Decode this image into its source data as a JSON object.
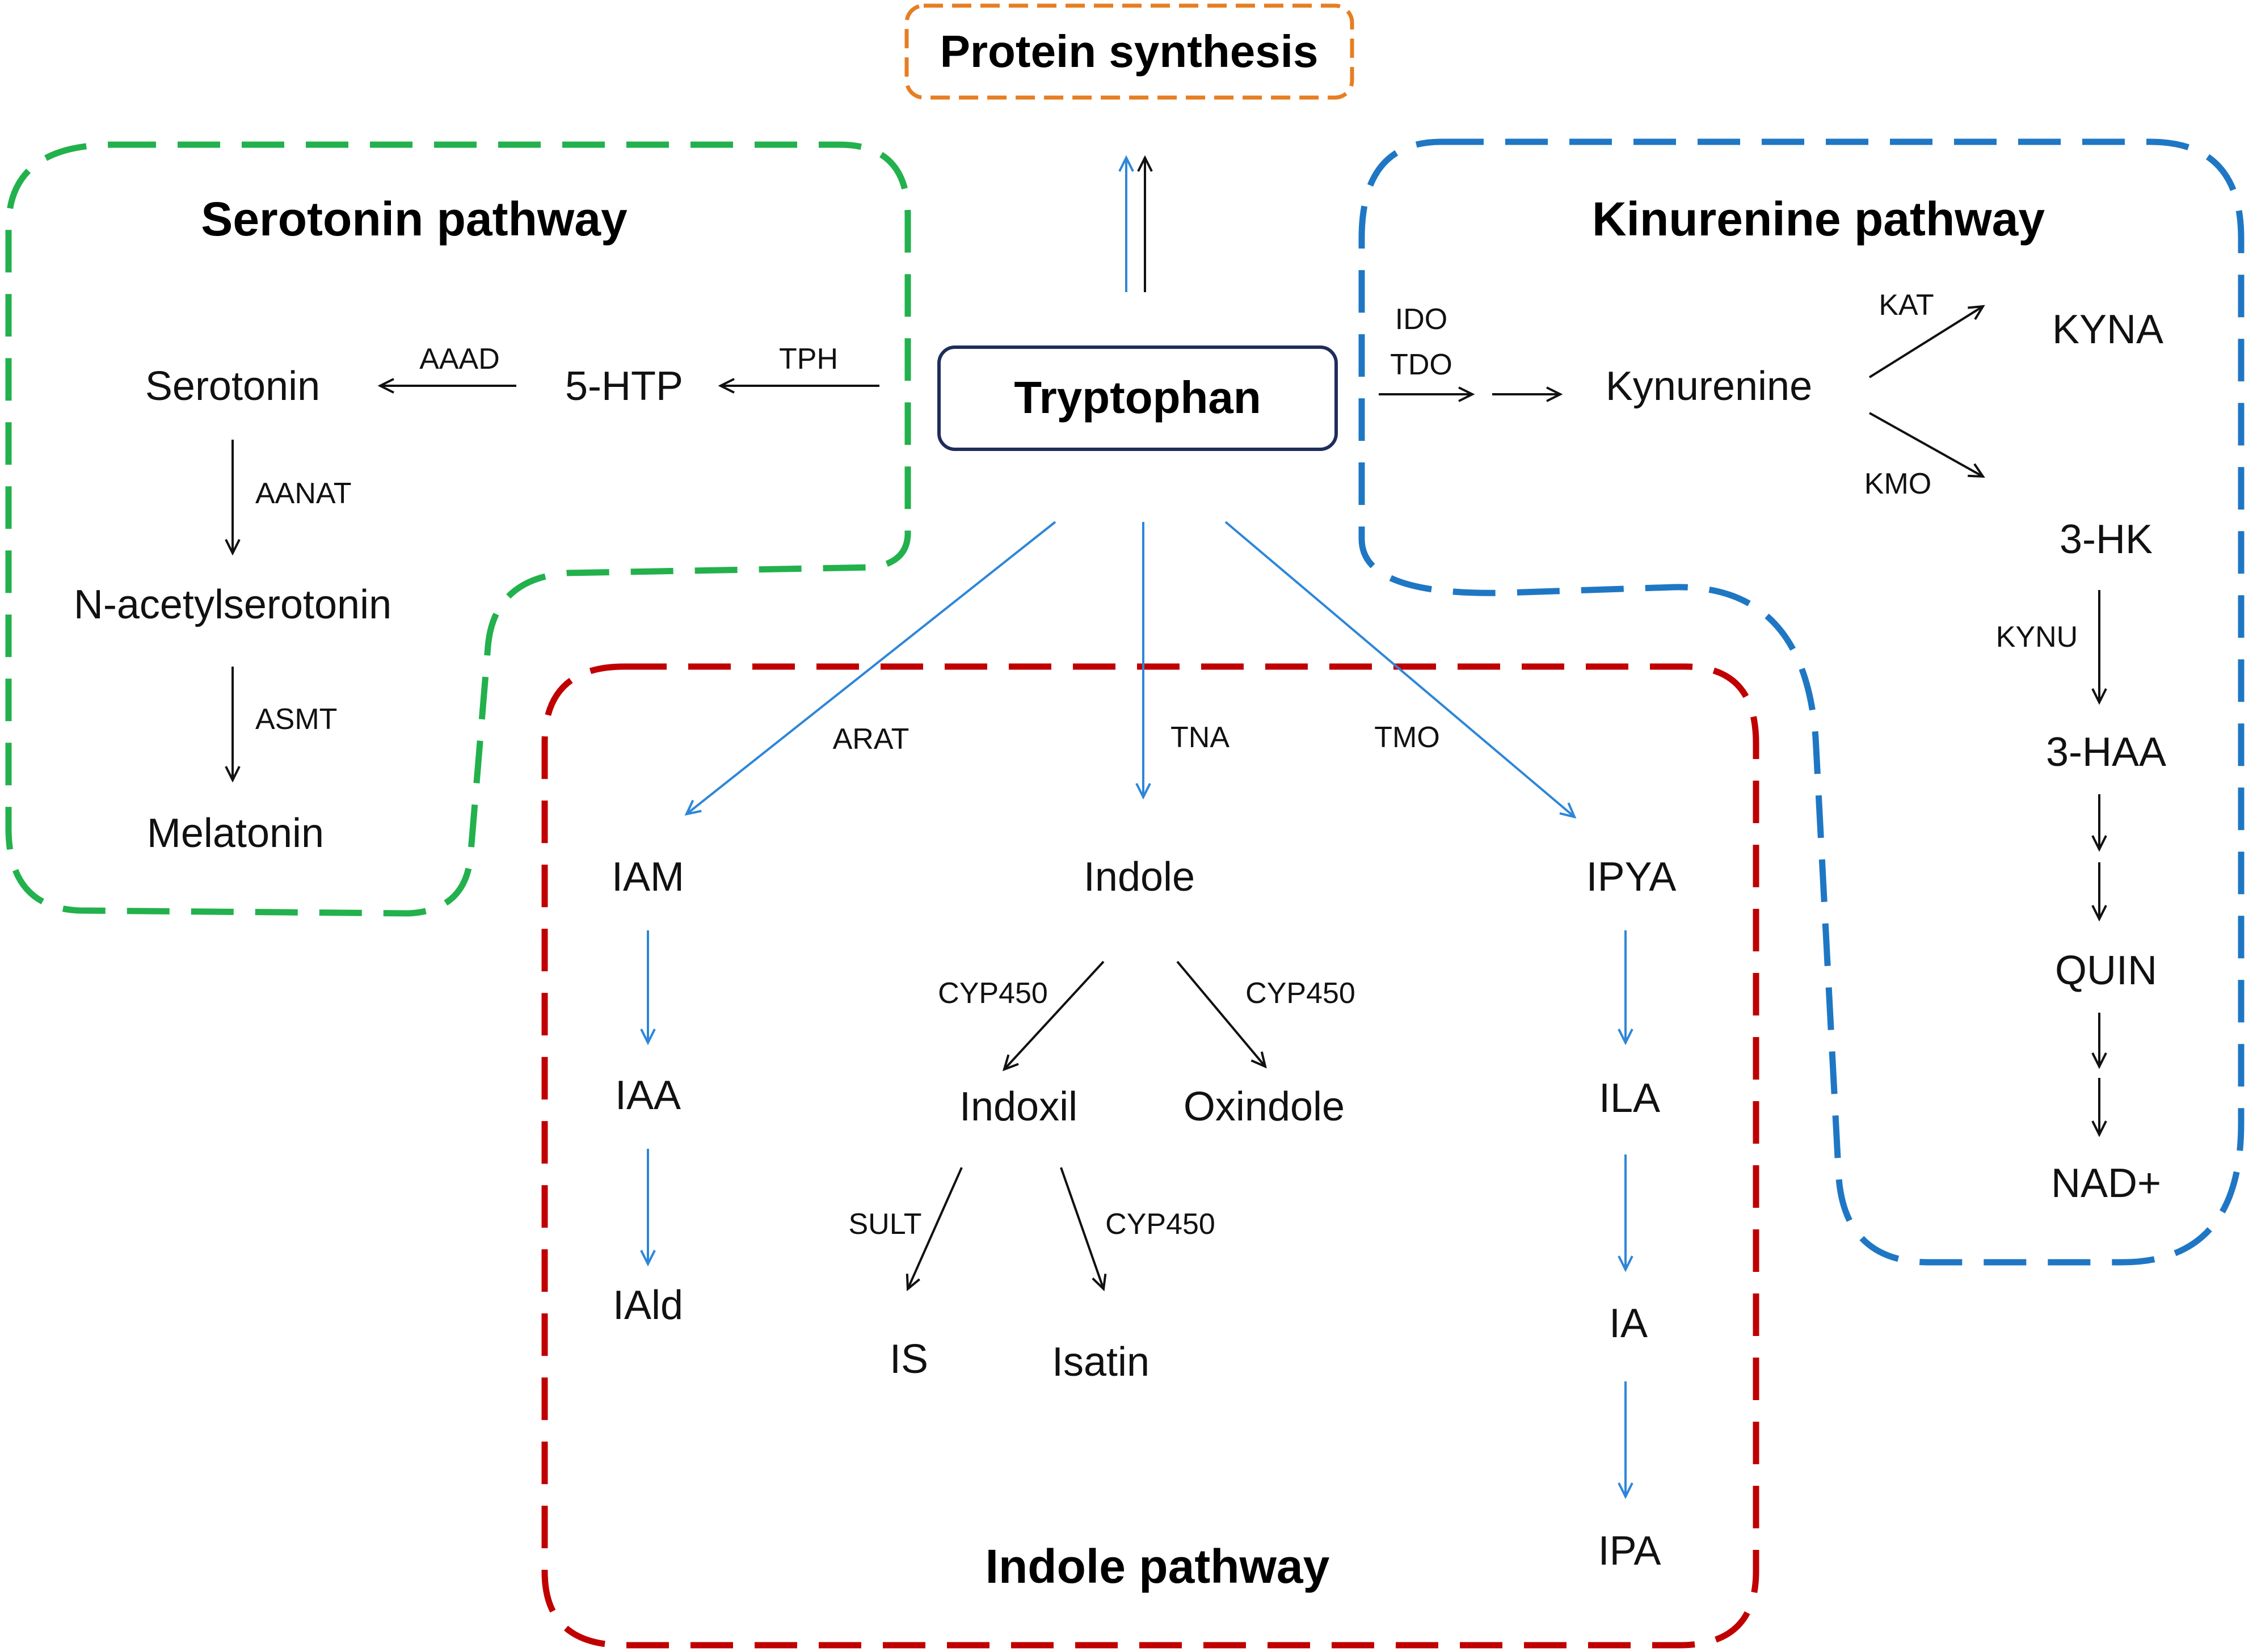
{
  "colors": {
    "serotonin_border": "#22b14c",
    "kinurenine_border": "#1f77c4",
    "indole_border": "#c00000",
    "protein_border": "#e67e22",
    "tryptophan_border": "#1f2d5a",
    "arrow_blue": "#2e86d8",
    "arrow_black": "#111111"
  },
  "protein": {
    "label": "Protein synthesis"
  },
  "center": {
    "label": "Tryptophan"
  },
  "serotonin": {
    "title": "Serotonin pathway",
    "serotonin": "Serotonin",
    "htp": "5-HTP",
    "nacetyl": "N-acetylserotonin",
    "melatonin": "Melatonin",
    "enz_tph": "TPH",
    "enz_aaad": "AAAD",
    "enz_aanat": "AANAT",
    "enz_asmt": "ASMT"
  },
  "kinurenine": {
    "title": "Kinurenine pathway",
    "enz_ido": "IDO",
    "enz_tdo": "TDO",
    "kynurenine": "Kynurenine",
    "enz_kat": "KAT",
    "kyna": "KYNA",
    "enz_kmo": "KMO",
    "hk": "3-HK",
    "enz_kynu": "KYNU",
    "haa": "3-HAA",
    "quin": "QUIN",
    "nad": "NAD+"
  },
  "indole": {
    "title": "Indole pathway",
    "enz_arat": "ARAT",
    "enz_tna": "TNA",
    "enz_tmo": "TMO",
    "iam": "IAM",
    "iaa": "IAA",
    "iald": "IAld",
    "indole": "Indole",
    "enz_cyp1": "CYP450",
    "enz_cyp2": "CYP450",
    "indoxil": "Indoxil",
    "oxindole": "Oxindole",
    "enz_sult": "SULT",
    "enz_cyp3": "CYP450",
    "is": "IS",
    "isatin": "Isatin",
    "ipya": "IPYA",
    "ila": "ILA",
    "ia": "IA",
    "ipa": "IPA"
  }
}
